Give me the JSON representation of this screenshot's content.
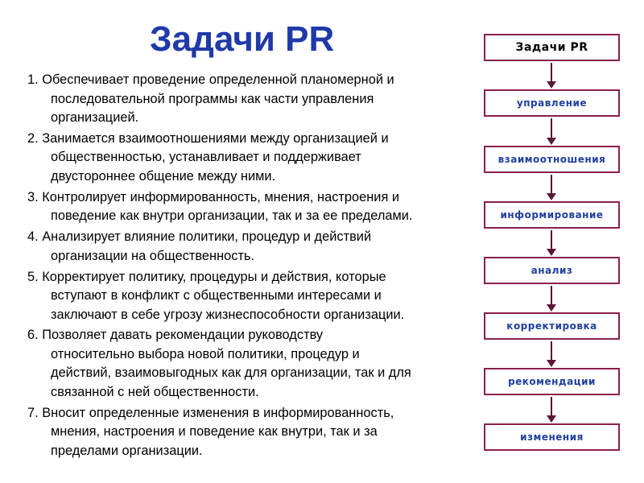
{
  "page": {
    "title": "Задачи PR"
  },
  "tasks": [
    "1. Обеспечивает проведение определенной планомерной и\nпоследовательной программы как части управления\nорганизацией.",
    "2. Занимается взаимоотношениями между организацией и\nобщественностью, устанавливает и поддерживает\nдвустороннее общение между ними.",
    "3. Контролирует информированность, мнения, настроения и\nповедение как внутри организации, так и за ее пределами.",
    "4. Анализирует влияние политики, процедур и действий\nорганизации на общественность.",
    "5. Корректирует политику, процедуры и действия, которые\nвступают в конфликт с общественными интересами и\nзаключают в себе угрозу жизнеспособности организации.",
    "6. Позволяет давать рекомендации руководству\nотносительно выбора новой политики, процедур и\nдействий, взаимовыгодных как для организации, так и для\nсвязанной с ней общественности.",
    "7. Вносит определенные изменения в информированность,\nмнения, настроения и поведение как внутри, так и за\nпределами организации."
  ],
  "flow": {
    "header": "Задачи PR",
    "steps": [
      "управление",
      "взаимоотношения",
      "информирование",
      "анализ",
      "корректировка",
      "рекомендации",
      "изменения"
    ]
  },
  "colors": {
    "title": "#1f3aa8",
    "box_border": "#8b1f4a",
    "box_text": "#2040a0",
    "arrow": "#5b1838"
  }
}
